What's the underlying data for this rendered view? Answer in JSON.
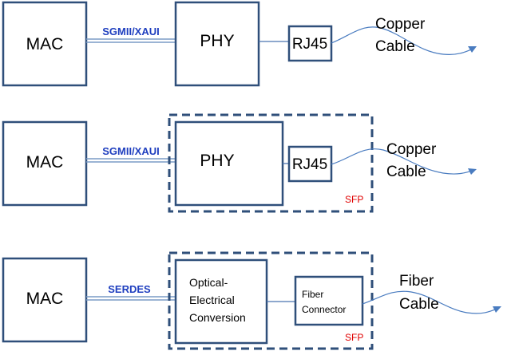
{
  "colors": {
    "box_stroke": "#2f4f7a",
    "interface_text": "#1f3fbf",
    "sfp_text": "#e00000",
    "cable": "#4a7cc0"
  },
  "row1": {
    "mac": "MAC",
    "interface": "SGMII/XAUI",
    "phy": "PHY",
    "connector": "RJ45",
    "cable_line1": "Copper",
    "cable_line2": "Cable"
  },
  "row2": {
    "mac": "MAC",
    "interface": "SGMII/XAUI",
    "phy": "PHY",
    "connector": "RJ45",
    "cable_line1": "Copper",
    "cable_line2": "Cable",
    "module": "SFP"
  },
  "row3": {
    "mac": "MAC",
    "interface": "SERDES",
    "converter_line1": "Optical-",
    "converter_line2": "Electrical",
    "converter_line3": "Conversion",
    "connector_line1": "Fiber",
    "connector_line2": "Connector",
    "cable_line1": "Fiber",
    "cable_line2": "Cable",
    "module": "SFP"
  }
}
